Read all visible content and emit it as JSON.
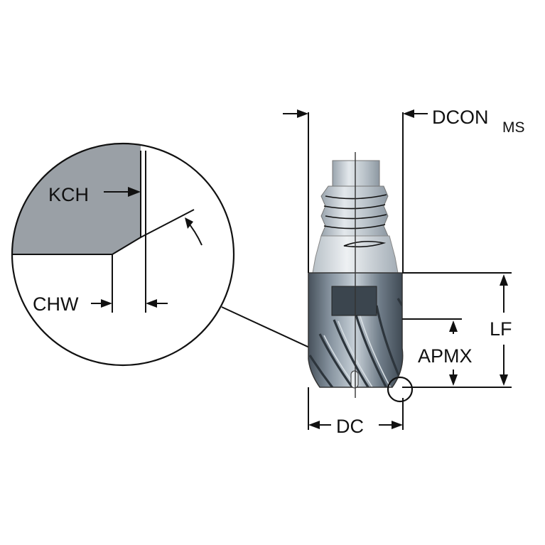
{
  "labels": {
    "kch": "KCH",
    "chw": "CHW",
    "dcon": "DCON",
    "dcon_sub": "MS",
    "lf": "LF",
    "apmx": "APMX",
    "dc": "DC"
  },
  "colors": {
    "chamfer_fill": "#9aa0a6",
    "body_dark": "#4b5660",
    "body_mid": "#7d8a96",
    "body_light": "#c4cdd4",
    "shank_light": "#d5dbe0",
    "shank_mid": "#a9b3bc",
    "line": "#111111"
  }
}
